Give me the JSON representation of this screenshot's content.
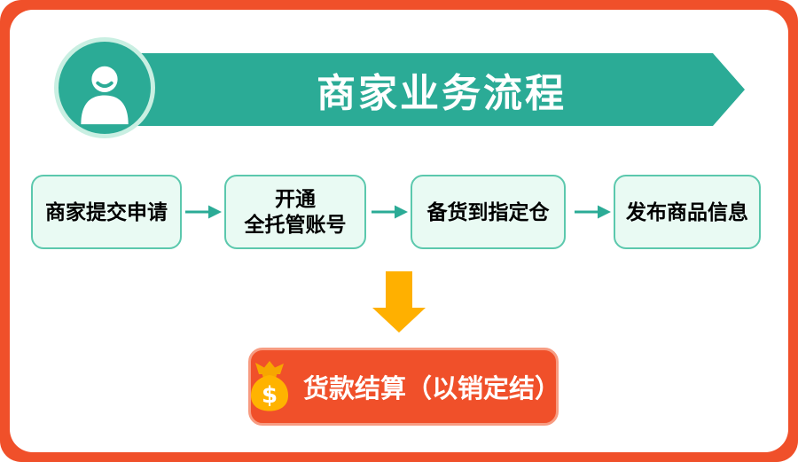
{
  "colors": {
    "frame_red": "#F0502A",
    "banner_teal": "#2BAB96",
    "avatar_ring_mint": "#C9EFE2",
    "box_fill_mint": "#E9FAF3",
    "box_border_teal": "#5BC8AD",
    "flow_arrow_teal": "#2BAB96",
    "down_arrow_yellow": "#FFB000",
    "button_red": "#F0502A",
    "money_bag_yellow": "#FFB300",
    "money_bag_knot_orange": "#F7A600",
    "text_black": "#000000",
    "text_white": "#FFFFFF"
  },
  "banner": {
    "title": "商家业务流程"
  },
  "avatar": {
    "icon": "person-icon"
  },
  "flow": {
    "steps": [
      {
        "label": "商家提交申请"
      },
      {
        "label": "开通\n全托管账号"
      },
      {
        "label": "备货到指定仓"
      },
      {
        "label": "发布商品信息"
      }
    ]
  },
  "settlement": {
    "icon": "money-bag-icon",
    "label": "货款结算（以销定结）"
  }
}
